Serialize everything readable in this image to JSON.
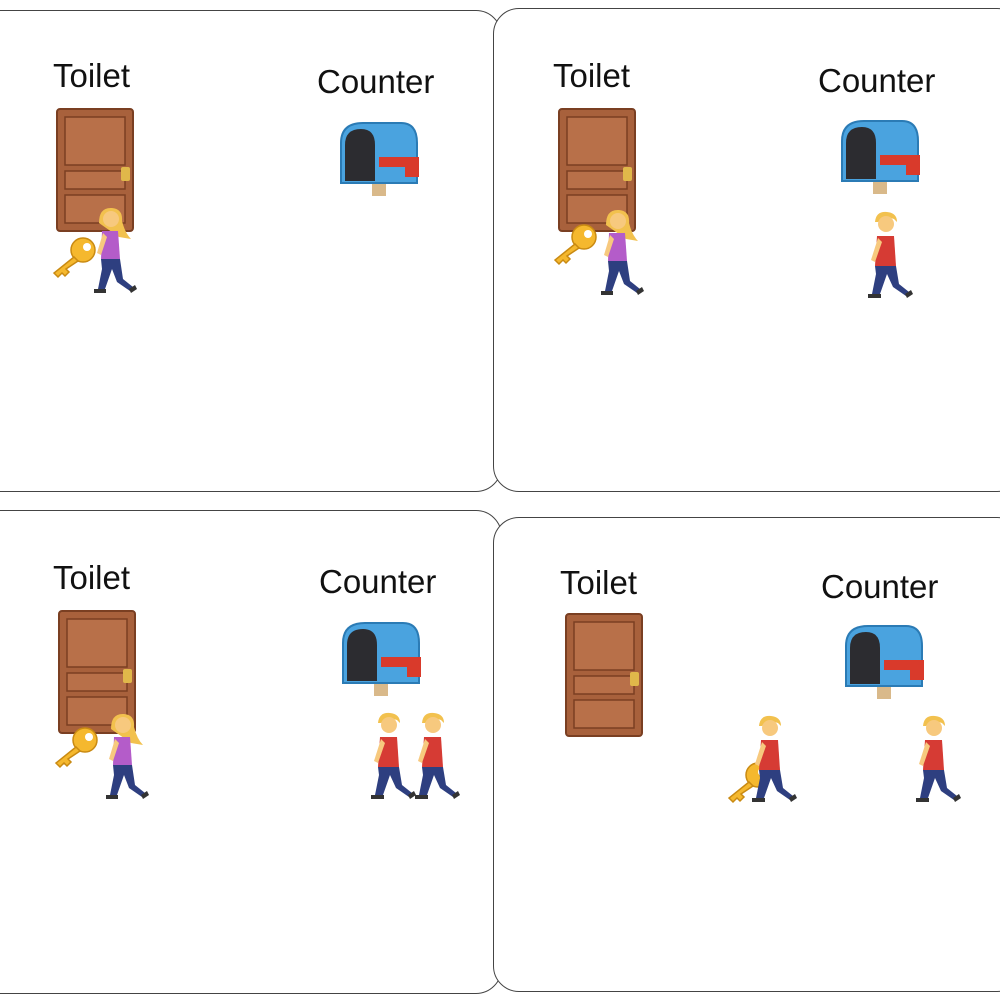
{
  "labels": {
    "toilet": "Toilet",
    "counter": "Counter"
  },
  "panels": [
    {
      "toilet_label": "Toilet",
      "counter_label": "Counter"
    },
    {
      "toilet_label": "Toilet",
      "counter_label": "Counter"
    },
    {
      "toilet_label": "Toilet",
      "counter_label": "Counter"
    },
    {
      "toilet_label": "Toilet",
      "counter_label": "Counter"
    }
  ],
  "colors": {
    "door": "#a8613c",
    "mailbox": "#4aa3df",
    "flag": "#d93a2b",
    "woman_shirt": "#b45cc9",
    "man_shirt": "#d63b34",
    "pants": "#2e3f80",
    "hair": "#f2c14e",
    "key": "#f5b82e"
  }
}
